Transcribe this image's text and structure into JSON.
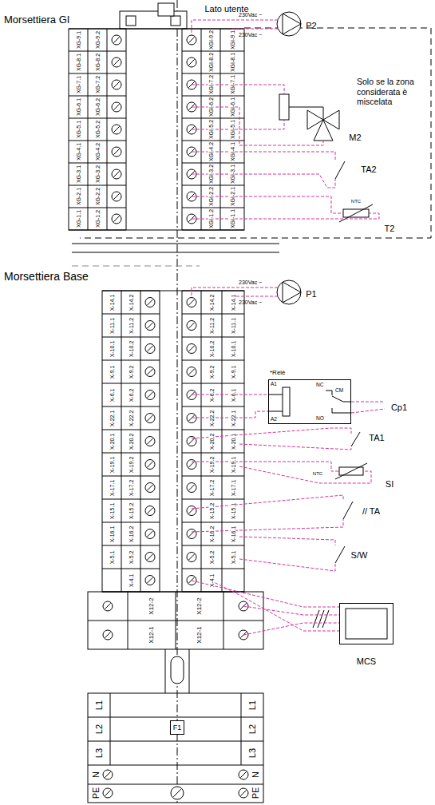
{
  "diagram": {
    "nodes": [
      {
        "text": [
          "*Relè",
          "A1",
          "A2",
          "NC",
          "CM",
          "NO"
        ]
      },
      {
        "text": [
          "MCS"
        ]
      },
      {
        "text": [
          "F1"
        ]
      }
    ],
    "labels": [
      "Lato utente",
      "Morsettiera GI",
      "Solo se la zona considerata è miscelata",
      "230Vac ~",
      "230Vac ~",
      "P2",
      "M2",
      "TA2",
      "NTC",
      "T2",
      "Morsettiera Base",
      "230Vac ~",
      "230Vac ~",
      "P1",
      "Cp1",
      "TA1",
      "NTC",
      "SI",
      "// TA",
      "S/W",
      "L1",
      "L1",
      "L2",
      "L2",
      "L3",
      "L3",
      "N",
      "N",
      "PE",
      "PE",
      "XG-9.1",
      "XG-9.2",
      "XGI-9.2",
      "XGI-9.1",
      "XG-8.1",
      "XG-8.2",
      "XGI-8.2",
      "XGI-8.1",
      "XG-7.1",
      "XG-7.2",
      "XGI-7.2",
      "XGI-7.1",
      "XG-6.1",
      "XG-6.2",
      "XGI-6.2",
      "XGI-6.1",
      "XG-5.1",
      "XG-5.2",
      "XGI-5.2",
      "XGI-5.1",
      "XG-4.1",
      "XG-4.2",
      "XGI-4.2",
      "XGI-4.1",
      "XG-3.1",
      "XG-3.2",
      "XGI-3.2",
      "XGI-3.1",
      "XG-2.1",
      "XG-2.2",
      "XGI-2.2",
      "XGI-2.1",
      "XG-1.1",
      "XG-1.2",
      "XGI-1.2",
      "XGI-1.1",
      "X-14.1",
      "X-14.2",
      "X-14.2",
      "X-14.1",
      "X-11.1",
      "X-11.2",
      "X-11.2",
      "X-11.1",
      "X-10.1",
      "X-10.2",
      "X-10.2",
      "X-10.1",
      "X-9.1",
      "X-9.2",
      "X-9.2",
      "X-9.1",
      "X-6.1",
      "X-6.2",
      "X-6.2",
      "X-6.1",
      "X-22.1",
      "X-22.2",
      "X-22.2",
      "X-22.1",
      "X-20.1",
      "X-20.2",
      "X-20.2",
      "X-20.1",
      "X-19.1",
      "X-19.2",
      "X-19.2",
      "X-19.1",
      "X-17.1",
      "X-17.2",
      "X-17.2",
      "X-17.1",
      "X-15.1",
      "X-15.2",
      "X-15.2",
      "X-15.1",
      "X-16.1",
      "X-16.2",
      "X-16.2",
      "X-16.1",
      "X-5.1",
      "X-5.2",
      "X-5.2",
      "X-5.1",
      "X-4.1",
      "X-4.1",
      "X12-2",
      "X12-2",
      "X12-1",
      "X12-1"
    ]
  }
}
